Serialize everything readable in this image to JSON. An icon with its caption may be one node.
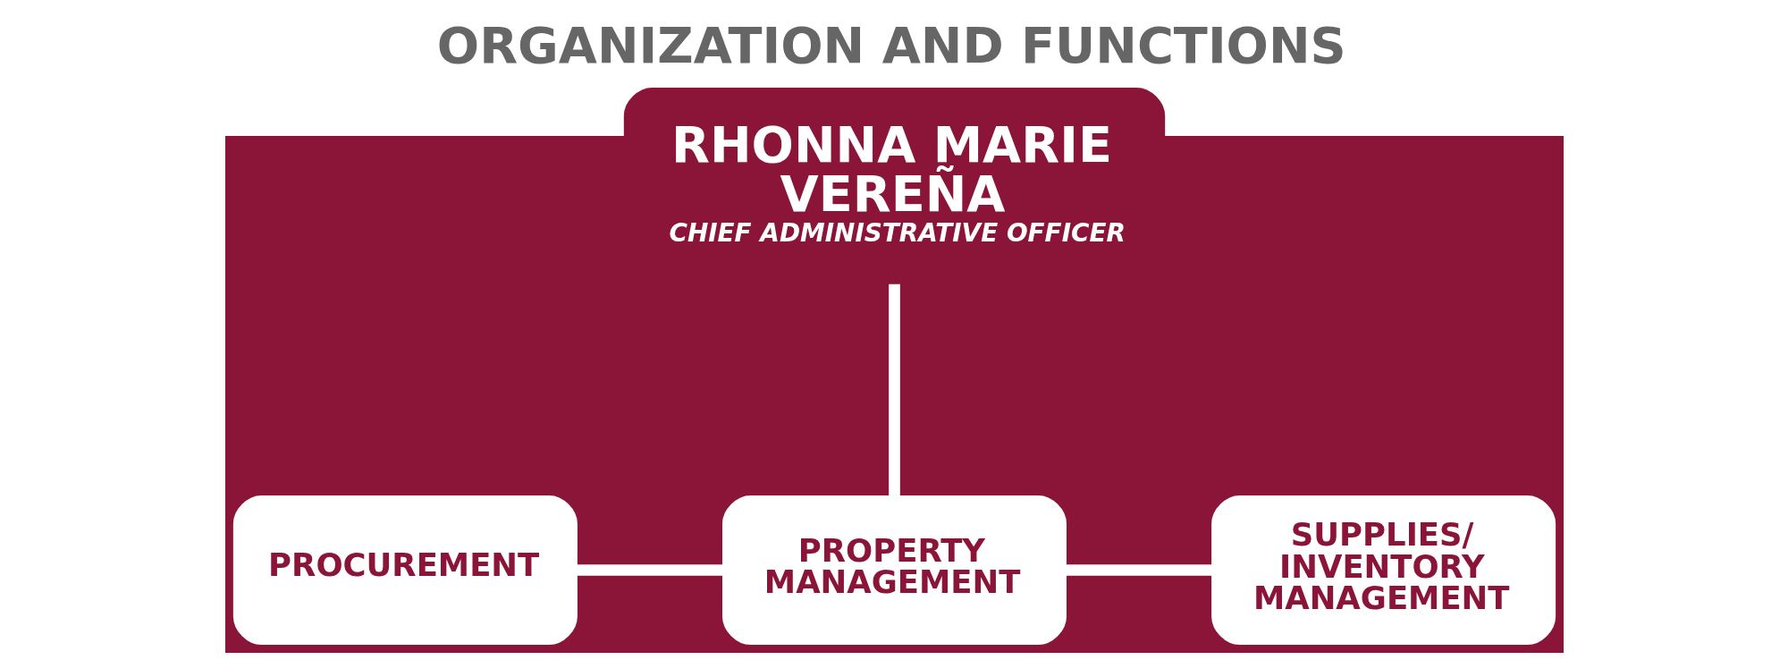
{
  "diagram": {
    "title": "ORGANIZATION AND FUNCTIONS",
    "nodes": [
      {
        "text": [
          "RHONNA MARIE VEREÑA",
          "CHIEF ADMINISTRATIVE OFFICER"
        ]
      },
      {
        "text": [
          "PROCUREMENT"
        ]
      },
      {
        "text": [
          "PROPERTY MANAGEMENT"
        ]
      },
      {
        "text": [
          "SUPPLIES/ INVENTORY MANAGEMENT"
        ]
      }
    ],
    "edges": [
      {
        "from": 0,
        "to": 2,
        "arrow": "none"
      },
      {
        "from": 1,
        "to": 2,
        "arrow": "none"
      },
      {
        "from": 2,
        "to": 3,
        "arrow": "none"
      }
    ]
  }
}
